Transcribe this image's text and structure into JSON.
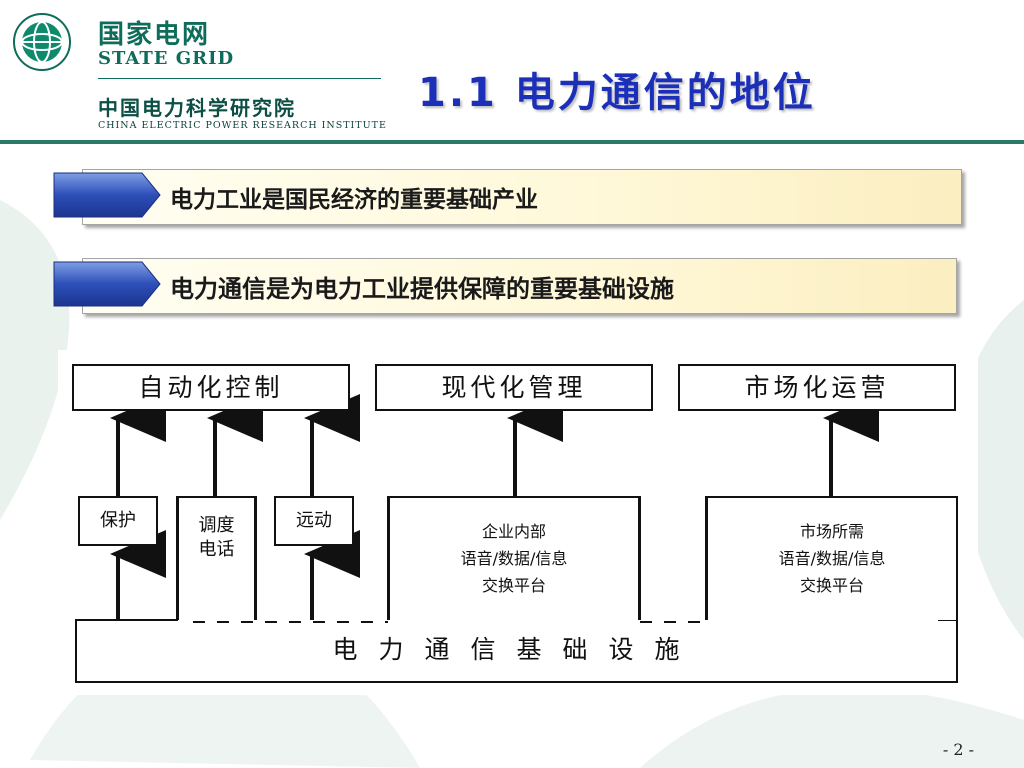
{
  "header": {
    "brand_cn": "国家电网",
    "brand_en": "STATE GRID",
    "institute_cn": "中国电力科学研究院",
    "institute_en": "CHINA ELECTRIC POWER RESEARCH INSTITUTE",
    "logo_icon": "state-grid-globe-icon",
    "colors": {
      "brand_green": "#0d6c5a",
      "rule": "#2b7a68"
    }
  },
  "title": "1.1 电力通信的地位",
  "title_color": "#1b2fb8",
  "bullets": [
    {
      "text": "电力工业是国民经济的重要基础产业",
      "icon": "blue-arrow-icon"
    },
    {
      "text": "电力通信是为电力工业提供保障的重要基础设施",
      "icon": "blue-arrow-icon"
    }
  ],
  "diagram": {
    "top_boxes": [
      "自动化控制",
      "现代化管理",
      "市场化运营"
    ],
    "mid_boxes": {
      "protection": "保护",
      "dispatch_line1": "调度",
      "dispatch_line2": "电话",
      "telecontrol": "远动",
      "enterprise": [
        "企业内部",
        "语音/数据/信息",
        "交换平台"
      ],
      "market": [
        "市场所需",
        "语音/数据/信息",
        "交换平台"
      ]
    },
    "base": "电力通信基础设施"
  },
  "page_number": "- 2 -"
}
